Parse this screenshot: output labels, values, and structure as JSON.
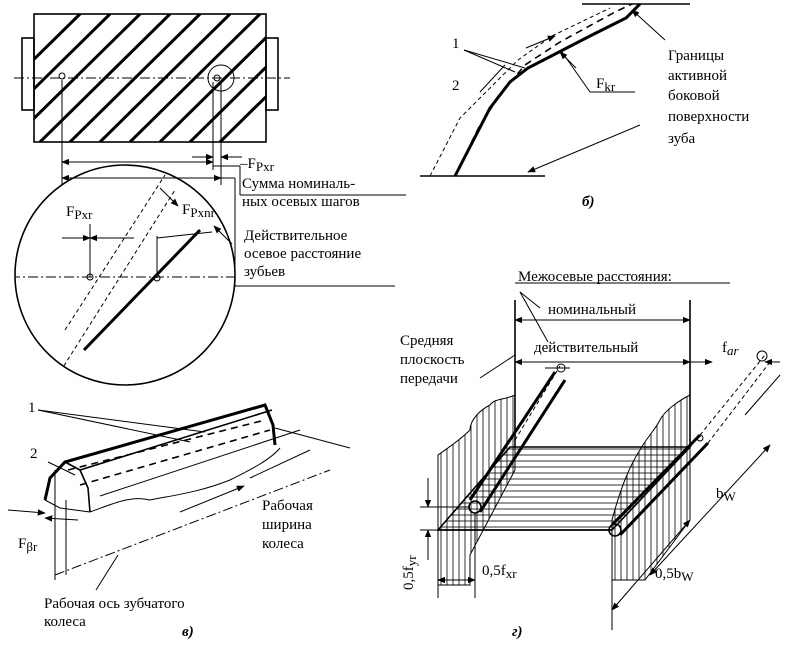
{
  "panel_a": {
    "label_fpxr": "–F",
    "label_fpxr_sub": "Pxr",
    "label_sum_line1": "Сумма номиналь-",
    "label_sum_line2": "ных осевых шагов",
    "label_fpxr_circle": "F",
    "label_fpxr_circle_sub": "Pxr",
    "label_fpxnr": "F",
    "label_fpxnr_sub": "Pxnr",
    "label_actual_line1": "Действительное",
    "label_actual_line2": "осевое расстояние",
    "label_actual_line3": "зубьев"
  },
  "panel_b": {
    "callout_1": "1",
    "callout_2": "2",
    "label_fkr": "F",
    "label_fkr_sub": "kr",
    "label_bounds_line1": "Границы",
    "label_bounds_line2": "активной",
    "label_bounds_line3": "боковой",
    "label_bounds_line4": "поверхности",
    "label_bounds_line5": "зуба",
    "panel_letter": "б)"
  },
  "panel_c": {
    "callout_1": "1",
    "callout_2": "2",
    "label_fbr": "F",
    "label_fbr_sub": "βr",
    "label_width_line1": "Рабочая",
    "label_width_line2": "ширина",
    "label_width_line3": "колеса",
    "label_axis_line1": "Рабочая ось зубчатого",
    "label_axis_line2": "колеса",
    "panel_letter": "в)"
  },
  "panel_d": {
    "label_center_distances": "Межосевые расстояния:",
    "label_nominal": "номинальный",
    "label_actual": "действительный",
    "label_mid_line1": "Средняя",
    "label_mid_line2": "плоскость",
    "label_mid_line3": "передачи",
    "label_far": "f",
    "label_far_sub": "ar",
    "label_bw": "b",
    "label_bw_sub": "W",
    "label_05fyr": "0,5f",
    "label_05fyr_sub": "yr",
    "label_05fxr": "0,5f",
    "label_05fxr_sub": "xr",
    "label_05bw": "0,5b",
    "label_05bw_sub": "W",
    "panel_letter": "г)"
  }
}
